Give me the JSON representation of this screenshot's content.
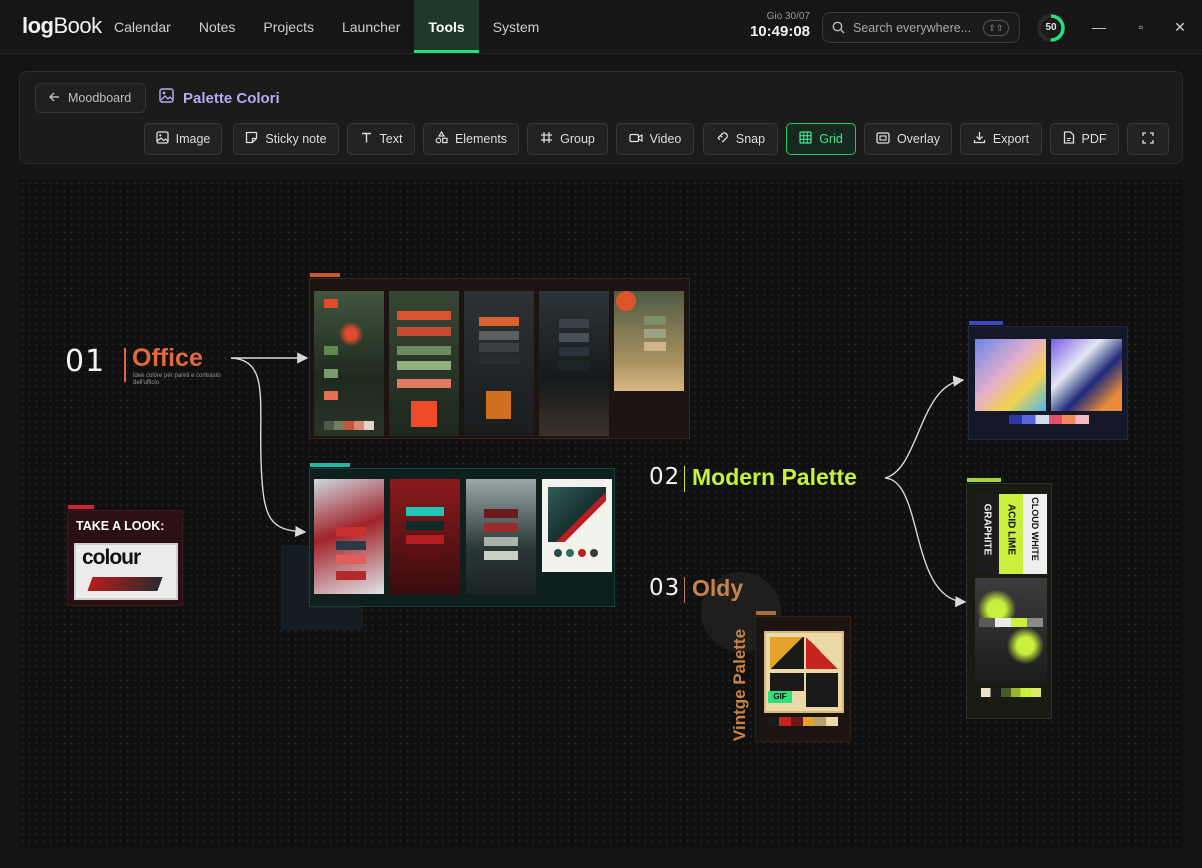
{
  "app": {
    "logo_bold": "log",
    "logo_regular": "Book"
  },
  "nav": [
    {
      "label": "Calendar"
    },
    {
      "label": "Notes"
    },
    {
      "label": "Projects"
    },
    {
      "label": "Launcher"
    },
    {
      "label": "Tools",
      "active": true
    },
    {
      "label": "System"
    }
  ],
  "clock": {
    "date": "Gio 30/07",
    "time": "10:49:08"
  },
  "search": {
    "placeholder": "Search everywhere...",
    "shortcut": "⇧⇧"
  },
  "progress": {
    "value": 50,
    "label": "50",
    "color": "#22e07a"
  },
  "window_controls": {
    "minimize": "—",
    "maximize": "▫",
    "close": "✕"
  },
  "board": {
    "back_label": "Moodboard",
    "title": "Palette Colori"
  },
  "toolbar": {
    "image": "Image",
    "sticky_note": "Sticky note",
    "text": "Text",
    "elements": "Elements",
    "group": "Group",
    "video": "Video",
    "snap": "Snap",
    "grid": "Grid",
    "overlay": "Overlay",
    "export": "Export",
    "pdf": "PDF"
  },
  "canvas": {
    "office": {
      "num": "01",
      "title": "Office",
      "note": "idee colore per pareti e contrasto dell'ufficio",
      "color": "#e06a3c"
    },
    "modern": {
      "num": "02",
      "title": "Modern Palette",
      "color": "#c8f03c"
    },
    "oldy": {
      "num": "03",
      "title": "Oldy",
      "color": "#c8834a"
    },
    "vintage_label": "Vintge Palette",
    "gif_badge": "GIF",
    "take_a_look": "TAKE A LOOK:",
    "colour_word": "colour",
    "graphite_words": [
      "GRAPHITE",
      "ACID LIME",
      "CLOUD WHITE"
    ]
  },
  "colors": {
    "accent_green": "#22e07a",
    "office_orange": "#e06a3c",
    "modern_lime": "#c8f03c",
    "oldy_brown": "#c8834a",
    "title_purple": "#b9a9f2"
  }
}
